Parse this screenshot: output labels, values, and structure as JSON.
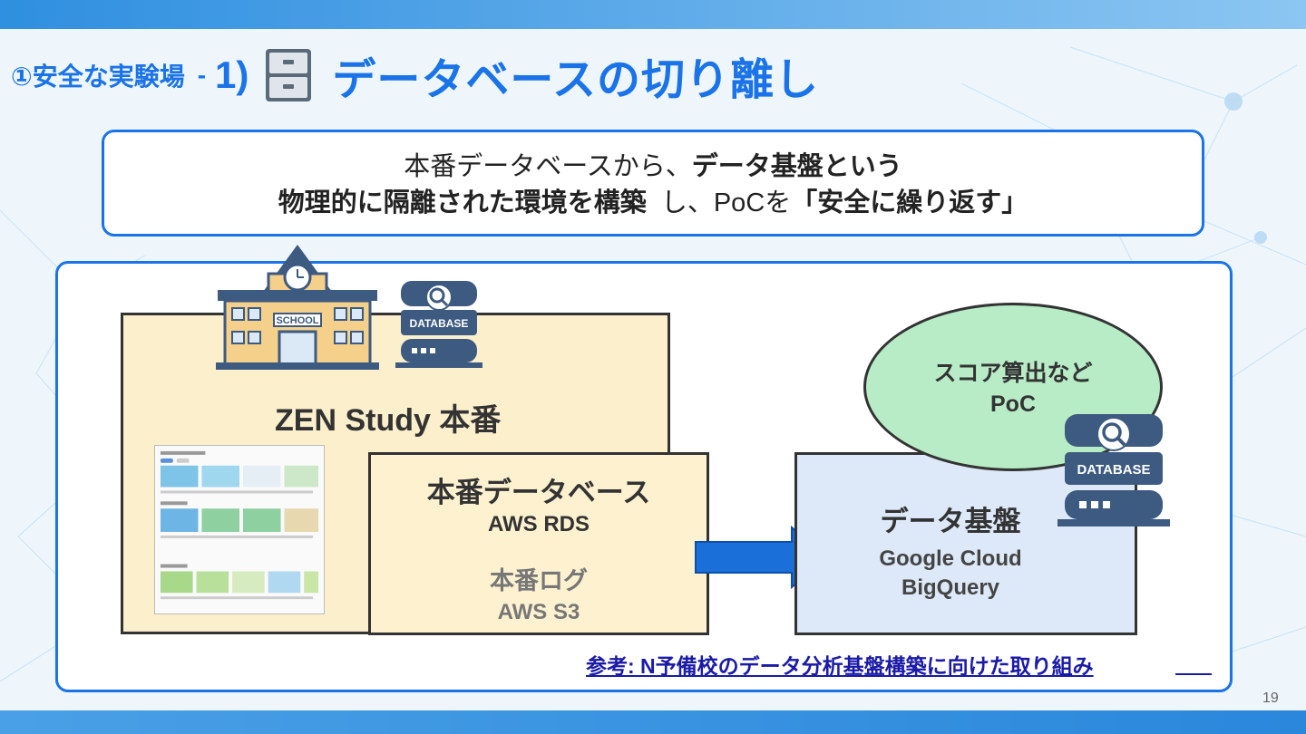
{
  "title": {
    "prefix": "①安全な実験場",
    "separator": "-",
    "number": "1)",
    "main": "データベースの切り離し"
  },
  "callout": {
    "line1_plain": "本番データベースから、",
    "line1_bold": "データ基盤という",
    "line2_bold": "物理的に隔離された環境を構築",
    "line2_plain": "し、PoCを",
    "line2_quote": "「安全に繰り返す」"
  },
  "diagram": {
    "zen_label": "ZEN Study 本番",
    "school_sign": "SCHOOL",
    "database_badge": "DATABASE",
    "prod_db_title": "本番データベース",
    "prod_db_service": "AWS RDS",
    "log_title": "本番ログ",
    "log_service": "AWS S3",
    "poc_line1": "スコア算出など",
    "poc_line2": "PoC",
    "platform_title": "データ基盤",
    "platform_service1": "Google Cloud",
    "platform_service2": "BigQuery"
  },
  "reference": "参考: N予備校のデータ分析基盤構築に向けた取り組み",
  "page_number": "19",
  "colors": {
    "accent": "#1a73e8",
    "zen_fill": "#fcefcc",
    "platform_fill": "#dde9f8",
    "poc_fill": "#b7ecc7",
    "db_icon": "#3d5a80"
  }
}
